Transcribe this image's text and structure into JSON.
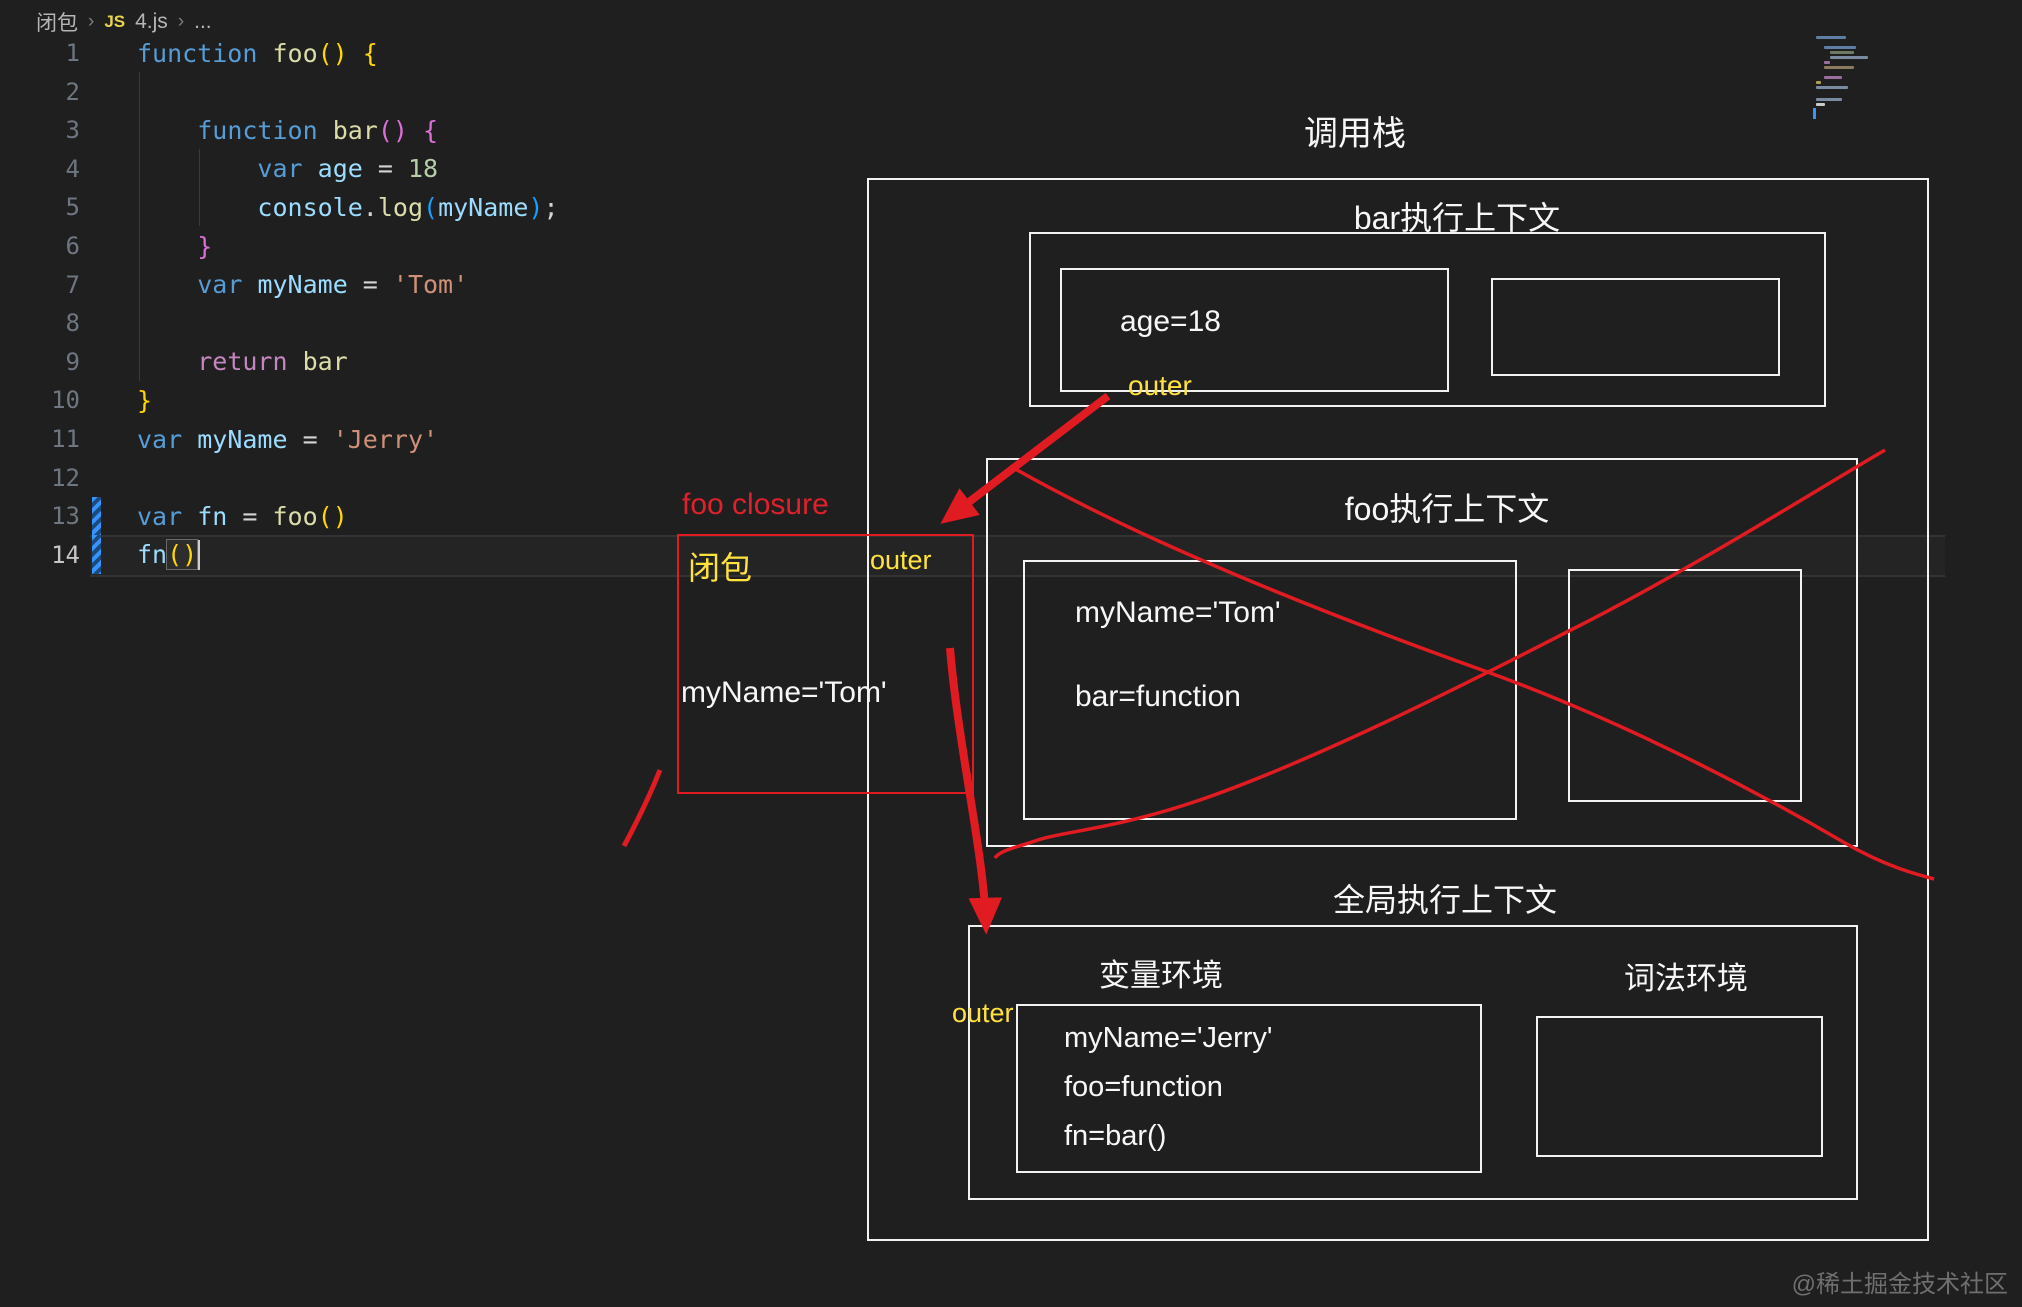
{
  "breadcrumb": {
    "folder": "闭包",
    "sep": "›",
    "file_icon": "JS",
    "file": "4.js",
    "more": "..."
  },
  "editor": {
    "lines": [
      {
        "n": "1",
        "mod": false,
        "tokens": [
          [
            "kw",
            "function "
          ],
          [
            "fn",
            "foo"
          ],
          [
            "b1",
            "()"
          ],
          [
            "pt",
            " "
          ],
          [
            "b1",
            "{"
          ]
        ]
      },
      {
        "n": "2",
        "mod": false,
        "tokens": []
      },
      {
        "n": "3",
        "mod": false,
        "tokens": [
          [
            "pt",
            "    "
          ],
          [
            "kw",
            "function "
          ],
          [
            "fn",
            "bar"
          ],
          [
            "b2",
            "()"
          ],
          [
            "pt",
            " "
          ],
          [
            "b2",
            "{"
          ]
        ]
      },
      {
        "n": "4",
        "mod": false,
        "tokens": [
          [
            "pt",
            "        "
          ],
          [
            "kw",
            "var "
          ],
          [
            "vr",
            "age"
          ],
          [
            "pt",
            " = "
          ],
          [
            "num",
            "18"
          ]
        ]
      },
      {
        "n": "5",
        "mod": false,
        "tokens": [
          [
            "pt",
            "        "
          ],
          [
            "vr",
            "console"
          ],
          [
            "pt",
            "."
          ],
          [
            "fn",
            "log"
          ],
          [
            "b3",
            "("
          ],
          [
            "vr",
            "myName"
          ],
          [
            "b3",
            ")"
          ],
          [
            "pt",
            ";"
          ]
        ]
      },
      {
        "n": "6",
        "mod": false,
        "tokens": [
          [
            "pt",
            "    "
          ],
          [
            "b2",
            "}"
          ]
        ]
      },
      {
        "n": "7",
        "mod": false,
        "tokens": [
          [
            "pt",
            "    "
          ],
          [
            "kw",
            "var "
          ],
          [
            "vr",
            "myName"
          ],
          [
            "pt",
            " = "
          ],
          [
            "str",
            "'Tom'"
          ]
        ]
      },
      {
        "n": "8",
        "mod": false,
        "tokens": []
      },
      {
        "n": "9",
        "mod": false,
        "tokens": [
          [
            "pt",
            "    "
          ],
          [
            "ret",
            "return "
          ],
          [
            "fn",
            "bar"
          ]
        ]
      },
      {
        "n": "10",
        "mod": false,
        "tokens": [
          [
            "b1",
            "}"
          ]
        ]
      },
      {
        "n": "11",
        "mod": false,
        "tokens": [
          [
            "kw",
            "var "
          ],
          [
            "vr",
            "myName"
          ],
          [
            "pt",
            " = "
          ],
          [
            "str",
            "'Jerry'"
          ]
        ]
      },
      {
        "n": "12",
        "mod": false,
        "tokens": []
      },
      {
        "n": "13",
        "mod": true,
        "tokens": [
          [
            "kw",
            "var "
          ],
          [
            "vr",
            "fn"
          ],
          [
            "pt",
            " = "
          ],
          [
            "fn",
            "foo"
          ],
          [
            "b1",
            "()"
          ]
        ]
      },
      {
        "n": "14",
        "mod": true,
        "active": true,
        "tokens": [
          [
            "vr",
            "fn"
          ],
          [
            "b1m",
            "()"
          ]
        ]
      }
    ]
  },
  "minimap": {
    "bars": [
      {
        "i": 0,
        "w": 30,
        "c": "#5e7ea3",
        "y": 0
      },
      {
        "i": 8,
        "w": 32,
        "c": "#5e7ea3",
        "y": 10
      },
      {
        "i": 14,
        "w": 24,
        "c": "#6f7a64",
        "y": 15
      },
      {
        "i": 14,
        "w": 38,
        "c": "#7a8aa0",
        "y": 20
      },
      {
        "i": 8,
        "w": 6,
        "c": "#9a6fa0",
        "y": 25
      },
      {
        "i": 8,
        "w": 30,
        "c": "#8a7a5e",
        "y": 30
      },
      {
        "i": 8,
        "w": 18,
        "c": "#9a6fa0",
        "y": 40
      },
      {
        "i": 0,
        "w": 5,
        "c": "#b0a050",
        "y": 45
      },
      {
        "i": 0,
        "w": 32,
        "c": "#7a8aa0",
        "y": 50
      },
      {
        "i": 0,
        "w": 26,
        "c": "#7a8aa0",
        "y": 62
      },
      {
        "i": 0,
        "w": 9,
        "c": "#c9c9c9",
        "y": 67
      }
    ]
  },
  "diagram": {
    "call_stack_title": "调用栈",
    "bar_ctx": {
      "title": "bar执行上下文",
      "item1": "age=18",
      "outer_label": "outer"
    },
    "foo_ctx": {
      "title": "foo执行上下文",
      "items": [
        "myName='Tom'",
        "bar=function"
      ]
    },
    "global_ctx": {
      "title": "全局执行上下文",
      "var_env_title": "变量环境",
      "lex_env_title": "词法环境",
      "items": [
        "myName='Jerry'",
        "foo=function",
        "fn=bar()"
      ],
      "outer_label": "outer"
    },
    "closure": {
      "caption": "foo closure",
      "title": "闭包",
      "outer_label": "outer",
      "item": "myName='Tom'"
    }
  },
  "colors": {
    "annotation_red": "#e01b22",
    "annotation_yellow": "#ffe23e",
    "box_border": "#f2f2f2",
    "background": "#1f1f1f",
    "modified_line_blue": "#3794ff"
  },
  "watermark": "@稀土掘金技术社区"
}
